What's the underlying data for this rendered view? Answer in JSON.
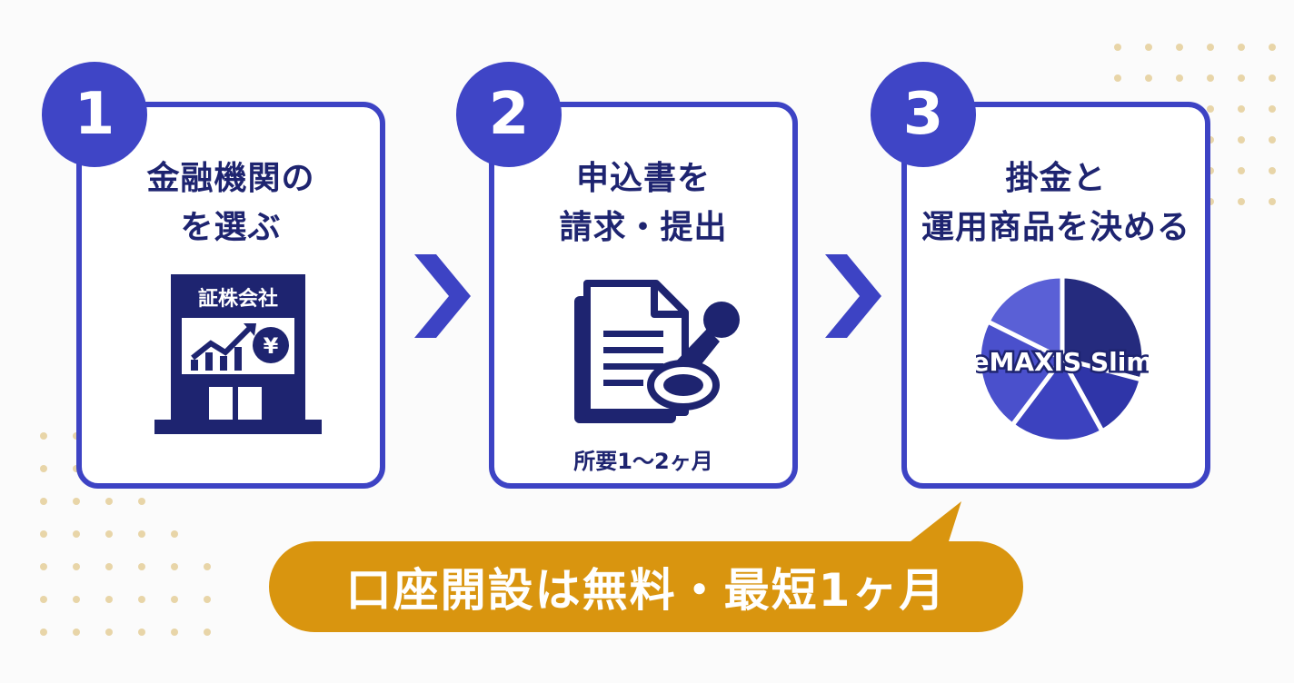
{
  "steps": [
    {
      "number": "1",
      "title_line1": "金融機関の",
      "title_line2": "を選ぶ",
      "sign": "証株会社",
      "currency_symbol": "¥",
      "icon": "building-icon"
    },
    {
      "number": "2",
      "title_line1": "申込書を",
      "title_line2": "請求・提出",
      "note": "所要1～2ヶ月",
      "icon": "document-stamp-icon"
    },
    {
      "number": "3",
      "title_line1": "掛金と",
      "title_line2": "運用商品を決める",
      "product": "eMAXIS Slim",
      "icon": "pie-chart-icon"
    }
  ],
  "callout": {
    "text": "口座開設は無料・最短1ヶ月"
  },
  "colors": {
    "primary": "#3d43c4",
    "navy": "#1e2470",
    "accent": "#d9950f",
    "dots": "#e8d5a8"
  }
}
